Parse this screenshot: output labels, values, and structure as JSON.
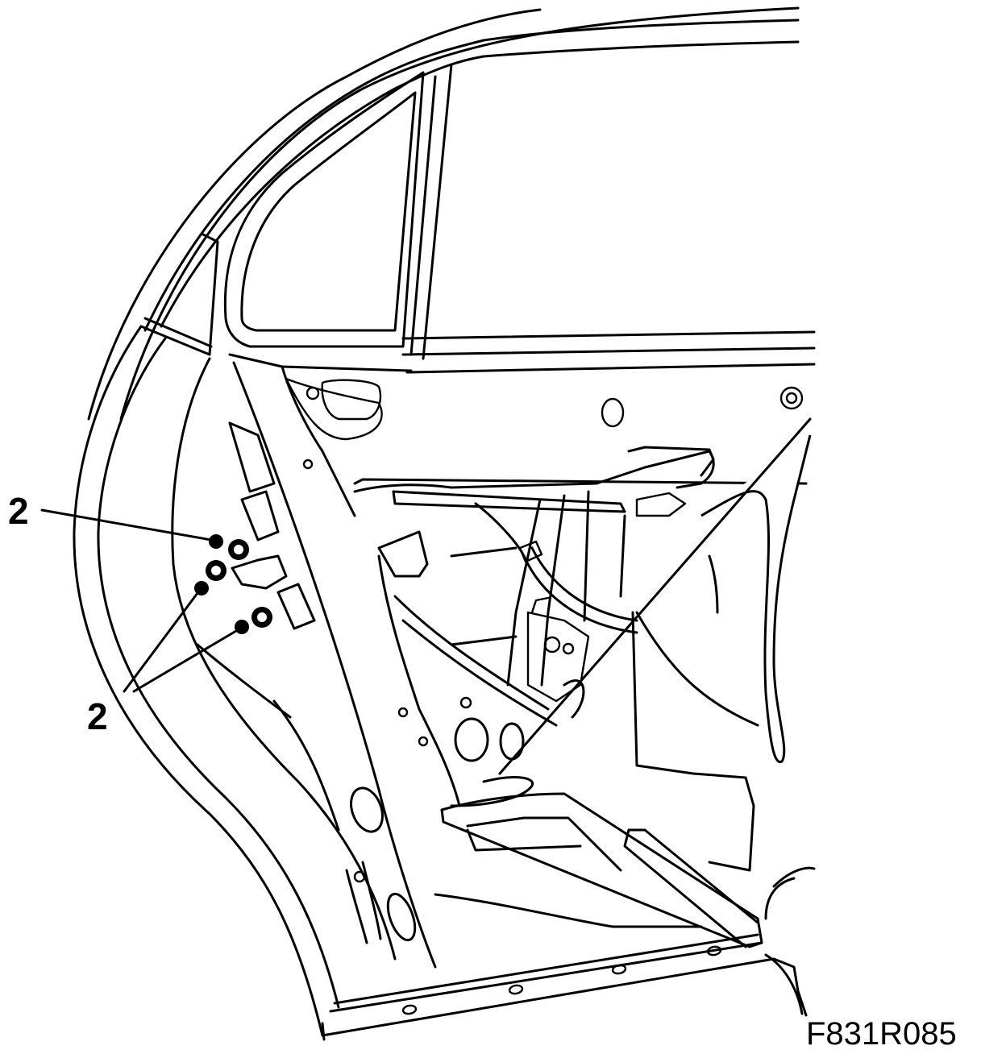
{
  "callouts": [
    {
      "label": "2"
    },
    {
      "label": "2"
    }
  ],
  "figure_code": "F831R085",
  "colors": {
    "line": "#000000",
    "background": "#ffffff"
  }
}
